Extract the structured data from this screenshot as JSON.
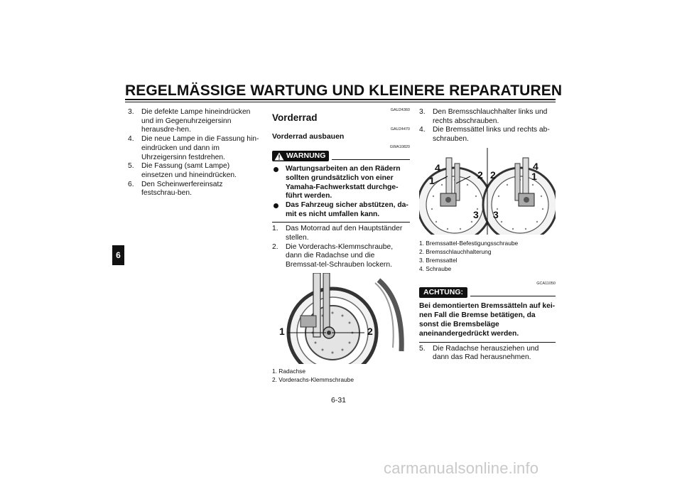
{
  "header": {
    "title": "REGELMÄSSIGE WARTUNG UND KLEINERE REPARATUREN"
  },
  "chapter_tab": "6",
  "left_column": {
    "steps": [
      {
        "num": "3.",
        "text": "Die defekte Lampe hineindrücken und im Gegenuhrzeigersinn herausdre-hen."
      },
      {
        "num": "4.",
        "text": "Die neue Lampe in die Fassung hin-eindrücken und dann im Uhrzeigersinn festdrehen."
      },
      {
        "num": "5.",
        "text": "Die Fassung (samt Lampe) einsetzen und hineindrücken."
      },
      {
        "num": "6.",
        "text": "Den Scheinwerfereinsatz festschrau-ben."
      }
    ]
  },
  "middle_column": {
    "section_code": "GAU24360",
    "section_title": "Vorderrad",
    "subsection_code": "GAU24470",
    "subsection_title": "Vorderrad ausbauen",
    "warning_code": "GWA10820",
    "warning_label": "WARNUNG",
    "warning_bullets": [
      "Wartungsarbeiten an den Rädern sollten grundsätzlich von einer Yamaha-Fachwerkstatt durchge-führt werden.",
      "Das Fahrzeug sicher abstützen, da-mit es nicht umfallen kann."
    ],
    "steps": [
      {
        "num": "1.",
        "text": "Das Motorrad auf den Hauptständer stellen."
      },
      {
        "num": "2.",
        "text": "Die Vorderachs-Klemmschraube, dann die Radachse und die Bremssat-tel-Schrauben lockern."
      }
    ],
    "figure_callouts": [
      "1",
      "2"
    ],
    "captions": [
      "1. Radachse",
      "2. Vorderachs-Klemmschraube"
    ]
  },
  "right_column": {
    "steps_top": [
      {
        "num": "3.",
        "text": "Den Bremsschlauchhalter links und rechts abschrauben."
      },
      {
        "num": "4.",
        "text": "Die Bremssättel links und rechts ab-schrauben."
      }
    ],
    "figure_callouts_left": [
      "4",
      "1",
      "2",
      "3"
    ],
    "figure_callouts_right": [
      "2",
      "4",
      "1",
      "3"
    ],
    "captions": [
      "1. Bremssattel-Befestigungsschraube",
      "2. Bremsschlauchhalterung",
      "3. Bremssattel",
      "4. Schraube"
    ],
    "caution_code": "GCA11050",
    "caution_label": "ACHTUNG:",
    "caution_text": "Bei demontierten Bremssätteln auf kei-nen Fall die Bremse betätigen, da sonst die Bremsbeläge aneinandergedrückt werden.",
    "steps_bottom": [
      {
        "num": "5.",
        "text": "Die Radachse herausziehen und dann das Rad herausnehmen."
      }
    ]
  },
  "page_number": "6-31",
  "watermark": "carmanualsonline.info"
}
